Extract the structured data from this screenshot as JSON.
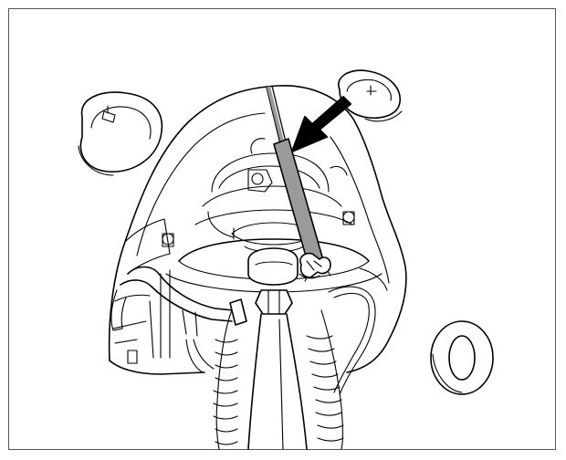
{
  "figure": {
    "background_color": "#ffffff",
    "line_color": "#000000",
    "tool_color": "#9a9a9a",
    "icons": [
      "pointing-arrow-icon",
      "service-tool",
      "grommet-plug",
      "o-ring-seal"
    ]
  }
}
